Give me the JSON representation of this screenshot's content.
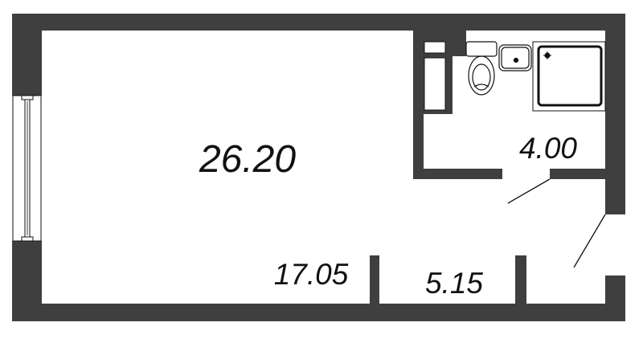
{
  "plan": {
    "rooms": [
      {
        "id": "living-room",
        "area": "26.20"
      },
      {
        "id": "bathroom",
        "area": "4.00"
      },
      {
        "id": "kitchen-area",
        "area": "17.05"
      },
      {
        "id": "hallway",
        "area": "5.15"
      }
    ],
    "colors": {
      "wall": "#3f3f3f",
      "floor": "#ffffff",
      "line": "#111111"
    }
  }
}
